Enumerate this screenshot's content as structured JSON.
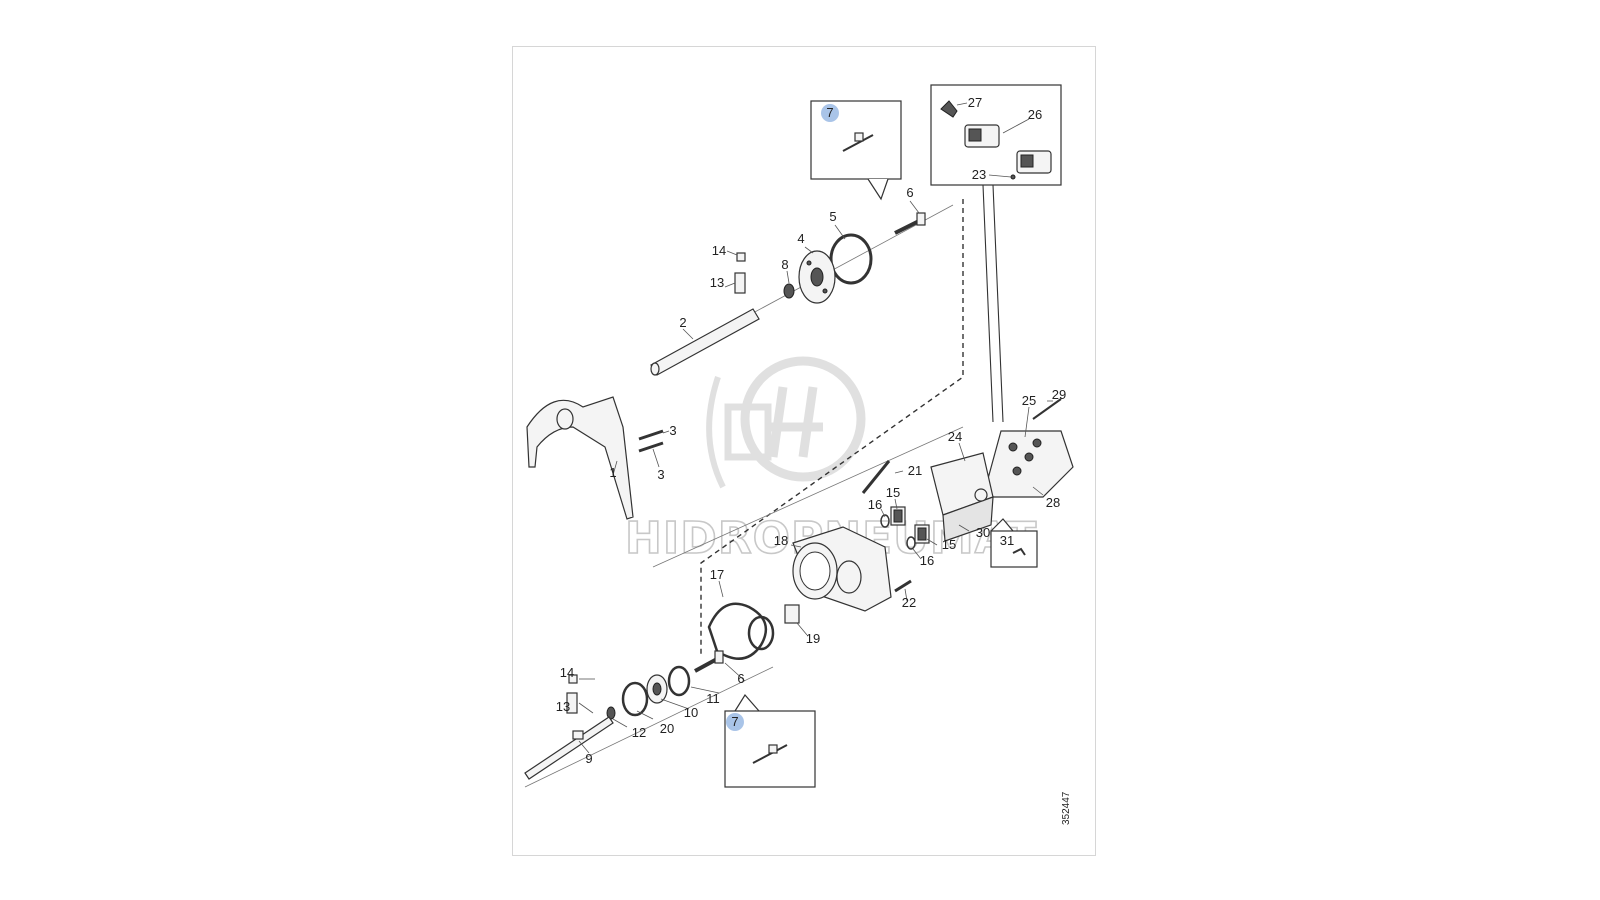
{
  "watermark": {
    "text": "HIDROPNEUMAT"
  },
  "drawing_number": "352447",
  "callouts": [
    {
      "id": "c7a",
      "text": "7"
    },
    {
      "id": "c6a",
      "text": "6"
    },
    {
      "id": "c5",
      "text": "5"
    },
    {
      "id": "c4",
      "text": "4"
    },
    {
      "id": "c8",
      "text": "8"
    },
    {
      "id": "c14a",
      "text": "14"
    },
    {
      "id": "c13a",
      "text": "13"
    },
    {
      "id": "c2",
      "text": "2"
    },
    {
      "id": "c3a",
      "text": "3"
    },
    {
      "id": "c3b",
      "text": "3"
    },
    {
      "id": "c1",
      "text": "1"
    },
    {
      "id": "c27",
      "text": "27"
    },
    {
      "id": "c26",
      "text": "26"
    },
    {
      "id": "c23",
      "text": "23"
    },
    {
      "id": "c29",
      "text": "29"
    },
    {
      "id": "c25",
      "text": "25"
    },
    {
      "id": "c24",
      "text": "24"
    },
    {
      "id": "c21",
      "text": "21"
    },
    {
      "id": "c15a",
      "text": "15"
    },
    {
      "id": "c16a",
      "text": "16"
    },
    {
      "id": "c28",
      "text": "28"
    },
    {
      "id": "c30",
      "text": "30"
    },
    {
      "id": "c15b",
      "text": "15"
    },
    {
      "id": "c16b",
      "text": "16"
    },
    {
      "id": "c31",
      "text": "31"
    },
    {
      "id": "c18",
      "text": "18"
    },
    {
      "id": "c17",
      "text": "17"
    },
    {
      "id": "c22",
      "text": "22"
    },
    {
      "id": "c19",
      "text": "19"
    },
    {
      "id": "c14b",
      "text": "14"
    },
    {
      "id": "c13b",
      "text": "13"
    },
    {
      "id": "c6b",
      "text": "6"
    },
    {
      "id": "c11",
      "text": "11"
    },
    {
      "id": "c10",
      "text": "10"
    },
    {
      "id": "c20",
      "text": "20"
    },
    {
      "id": "c12",
      "text": "12"
    },
    {
      "id": "c7b",
      "text": "7"
    },
    {
      "id": "c9",
      "text": "9"
    }
  ],
  "colors": {
    "highlight_badge": "#a9c4e8",
    "line": "#333333"
  }
}
